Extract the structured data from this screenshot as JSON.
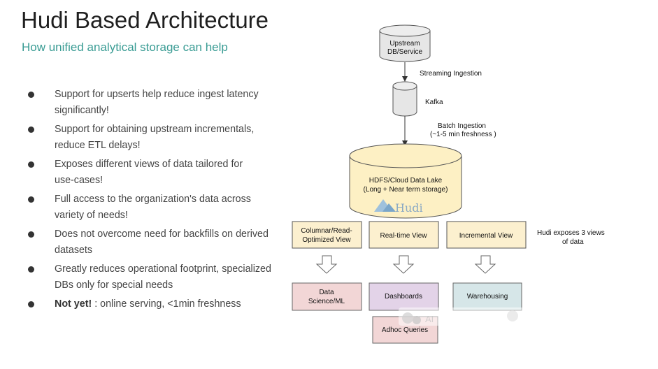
{
  "header": {
    "title": "Hudi Based Architecture",
    "subtitle": "How unified analytical storage can help"
  },
  "bullets": [
    {
      "lines": [
        "Support for upserts help reduce ingest latency",
        "significantly!"
      ]
    },
    {
      "lines": [
        "Support for obtaining upstream incrementals,",
        "reduce ETL delays!"
      ]
    },
    {
      "lines": [
        "Exposes different views of data tailored for",
        "use-cases!"
      ]
    },
    {
      "lines": [
        "Full access to the organization's data across",
        "variety of needs!"
      ]
    },
    {
      "lines": [
        "Does not overcome need for backfills on derived",
        "datasets"
      ]
    },
    {
      "lines": [
        "Greatly reduces operational footprint, specialized",
        "DBs only for special needs"
      ]
    },
    {
      "bold": "Not yet!",
      "rest": " : online serving, <1min freshness"
    }
  ],
  "diagram": {
    "upstream": [
      "Upstream",
      "DB/Service"
    ],
    "streaming_label": "Streaming Ingestion",
    "kafka": "Kafka",
    "batch_label": [
      "Batch Ingestion",
      "(~1-5 min freshness )"
    ],
    "lake": [
      "HDFS/Cloud Data Lake",
      "(Long + Near term storage)"
    ],
    "hudi_logo": "Hudi",
    "views": {
      "columnar": [
        "Columnar/Read-",
        "Optimized View"
      ],
      "realtime": "Real-time View",
      "incremental": "Incremental View"
    },
    "views_note": [
      "Hudi exposes 3 views",
      "of data"
    ],
    "consumers": {
      "datascience": [
        "Data",
        "Science/ML"
      ],
      "dashboards": "Dashboards",
      "adhoc": "Adhoc Queries",
      "warehousing": "Warehousing"
    },
    "watermark": "AI"
  },
  "colors": {
    "subtitle": "#3a9c94",
    "view_fill": "#fcf0cf",
    "lake_fill": "#fdf0c4",
    "pink_fill": "#f2d6d6",
    "purple_fill": "#e3d3e8",
    "teal_fill": "#d6e6e8"
  }
}
